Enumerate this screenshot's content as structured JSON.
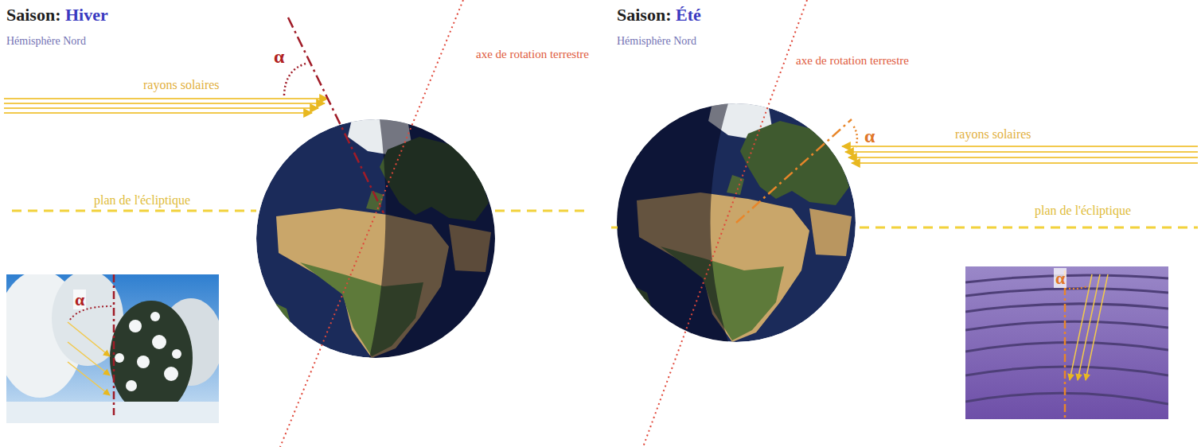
{
  "diagram": {
    "labels": [
      "Saison:",
      "Hiver",
      "Hémisphère Nord",
      "α",
      "rayons solaires",
      "axe de rotation terrestre",
      "plan de l'écliptique",
      "α",
      "Saison:",
      "Été",
      "Hémisphère Nord",
      "axe de rotation terrestre",
      "α",
      "rayons solaires",
      "plan de l'écliptique",
      "α"
    ]
  }
}
